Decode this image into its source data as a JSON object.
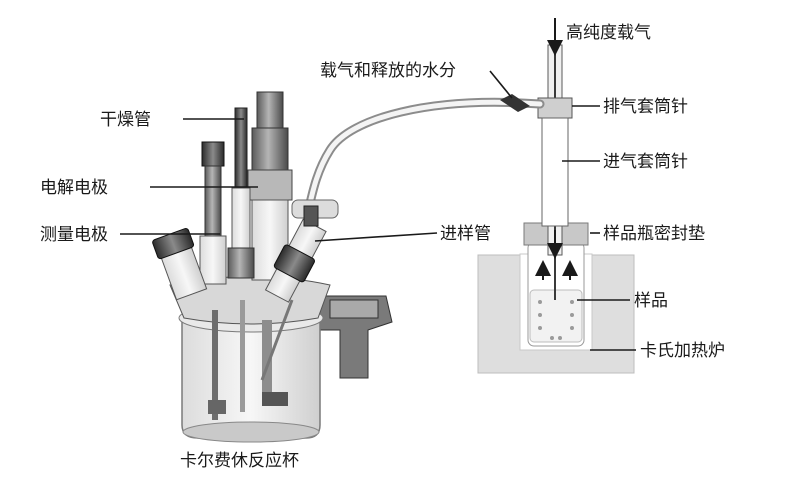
{
  "labels": {
    "carrier_gas_in": "高纯度载气",
    "carrier_and_water": "载气和释放的水分",
    "exhaust_needle": "排气套筒针",
    "inlet_needle": "进气套筒针",
    "drying_tube": "干燥管",
    "electrolysis_electrode": "电解电极",
    "measuring_electrode": "测量电极",
    "sample_tube": "进样管",
    "vial_septum": "样品瓶密封垫",
    "sample": "样品",
    "oven": "卡氏加热炉",
    "vessel": "卡尔费休反应杯"
  }
}
